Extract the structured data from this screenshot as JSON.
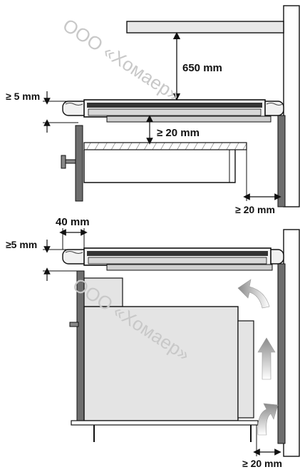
{
  "watermark": {
    "text": "ООО «Хомаер»"
  },
  "top_diagram": {
    "label_clearance_above": "650 mm",
    "label_edge_gap": "≥ 5 mm",
    "label_gap_below": "≥ 20 mm",
    "label_wall_gap": "≥ 20 mm"
  },
  "bottom_diagram": {
    "label_front_gap": "40 mm",
    "label_edge_gap": "≥5 mm",
    "label_wall_gap": "≥ 20 mm"
  },
  "colors": {
    "line": "#111111",
    "cabinet_wall": "#6e6e6e",
    "oven_body": "#e4e4e4",
    "arrow_air": "#9a9a9a"
  }
}
